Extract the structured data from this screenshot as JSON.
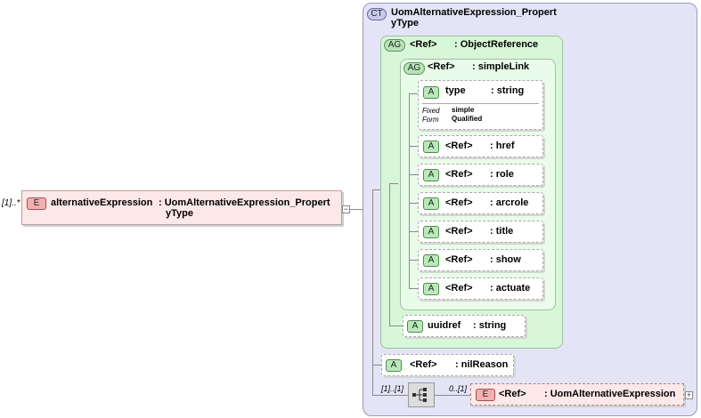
{
  "root": {
    "multiplicity": "[1]..*",
    "badge": "E",
    "name": "alternativeExpression",
    "type_line1": ": UomAlternativeExpression_Propert",
    "type_line2": "yType"
  },
  "complex_type": {
    "badge": "CT",
    "title_line1": "UomAlternativeExpression_Propert",
    "title_line2": "yType"
  },
  "attribute_group_outer": {
    "badge": "AG",
    "name": "<Ref>",
    "type": ": ObjectReference"
  },
  "attribute_group_inner": {
    "badge": "AG",
    "name": "<Ref>",
    "type": ": simpleLink"
  },
  "type_attr": {
    "badge": "A",
    "name": "type",
    "type": ": string",
    "fixed_label": "Fixed",
    "fixed_value": "simple",
    "form_label": "Form",
    "form_value": "Qualified"
  },
  "link_attrs": [
    {
      "badge": "A",
      "name": "<Ref>",
      "type": ": href"
    },
    {
      "badge": "A",
      "name": "<Ref>",
      "type": ": role"
    },
    {
      "badge": "A",
      "name": "<Ref>",
      "type": ": arcrole"
    },
    {
      "badge": "A",
      "name": "<Ref>",
      "type": ": title"
    },
    {
      "badge": "A",
      "name": "<Ref>",
      "type": ": show"
    },
    {
      "badge": "A",
      "name": "<Ref>",
      "type": ": actuate"
    }
  ],
  "uuidref": {
    "badge": "A",
    "name": "uuidref",
    "type": ": string"
  },
  "nilreason": {
    "badge": "A",
    "name": "<Ref>",
    "type": ": nilReason"
  },
  "sequence": {
    "multiplicity": "[1]..[1]"
  },
  "child_element": {
    "multiplicity": "0..[1]",
    "badge": "E",
    "name": "<Ref>",
    "type": ": UomAlternativeExpression"
  }
}
